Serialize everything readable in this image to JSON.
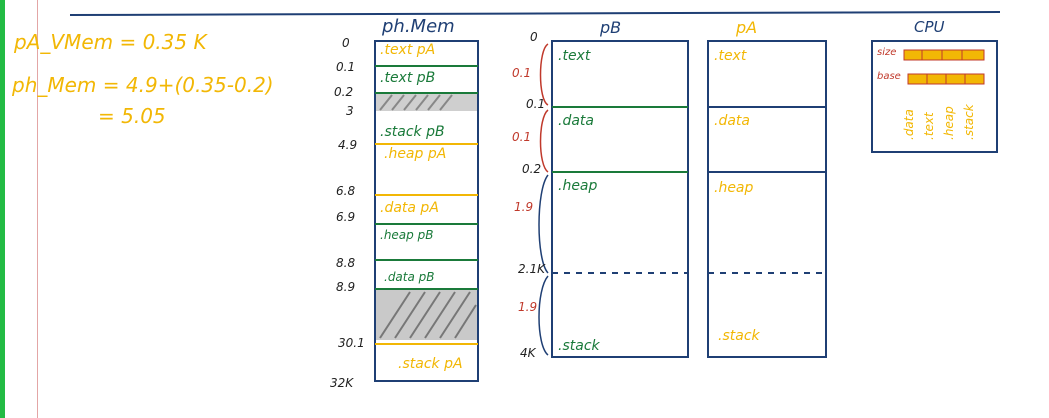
{
  "notes": {
    "line1": "pA_VMem =  0.35 K",
    "line2": "ph_Mem = 4.9+(0.35-0.2)",
    "line3": "= 5.05"
  },
  "phmem": {
    "title": "ph.Mem",
    "addresses": [
      "0",
      "0.1",
      "0.2",
      "3",
      "4.9",
      "6.8",
      "6.9",
      "8.8",
      "8.9",
      "30.1",
      "32K"
    ],
    "regions": [
      ".text pA",
      ".text pB",
      ".stack pB",
      ".heap pA",
      ".data pA",
      ".heap pB",
      ".data pB",
      ".stack pA"
    ]
  },
  "pb": {
    "title": "pB",
    "addresses": [
      "0",
      "0.1",
      "0.2",
      "2.1K",
      "4K"
    ],
    "sizes": [
      "0.1",
      "0.1",
      "1.9",
      "1.9"
    ],
    "segments": [
      ".text",
      ".data",
      ".heap",
      ".stack"
    ]
  },
  "pa": {
    "title": "pA",
    "segments": [
      ".text",
      ".data",
      ".heap",
      ".stack"
    ]
  },
  "cpu": {
    "title": "CPU",
    "size_label": "size",
    "base_label": "base",
    "segment_list": [
      ".data",
      ".text",
      ".heap",
      ".stack"
    ]
  },
  "colors": {
    "orange": "#f2b705",
    "blue": "#1f3f74",
    "green": "#1a7a3a",
    "page_margin": "#e3a6a6",
    "left_bar": "#22bb44"
  }
}
